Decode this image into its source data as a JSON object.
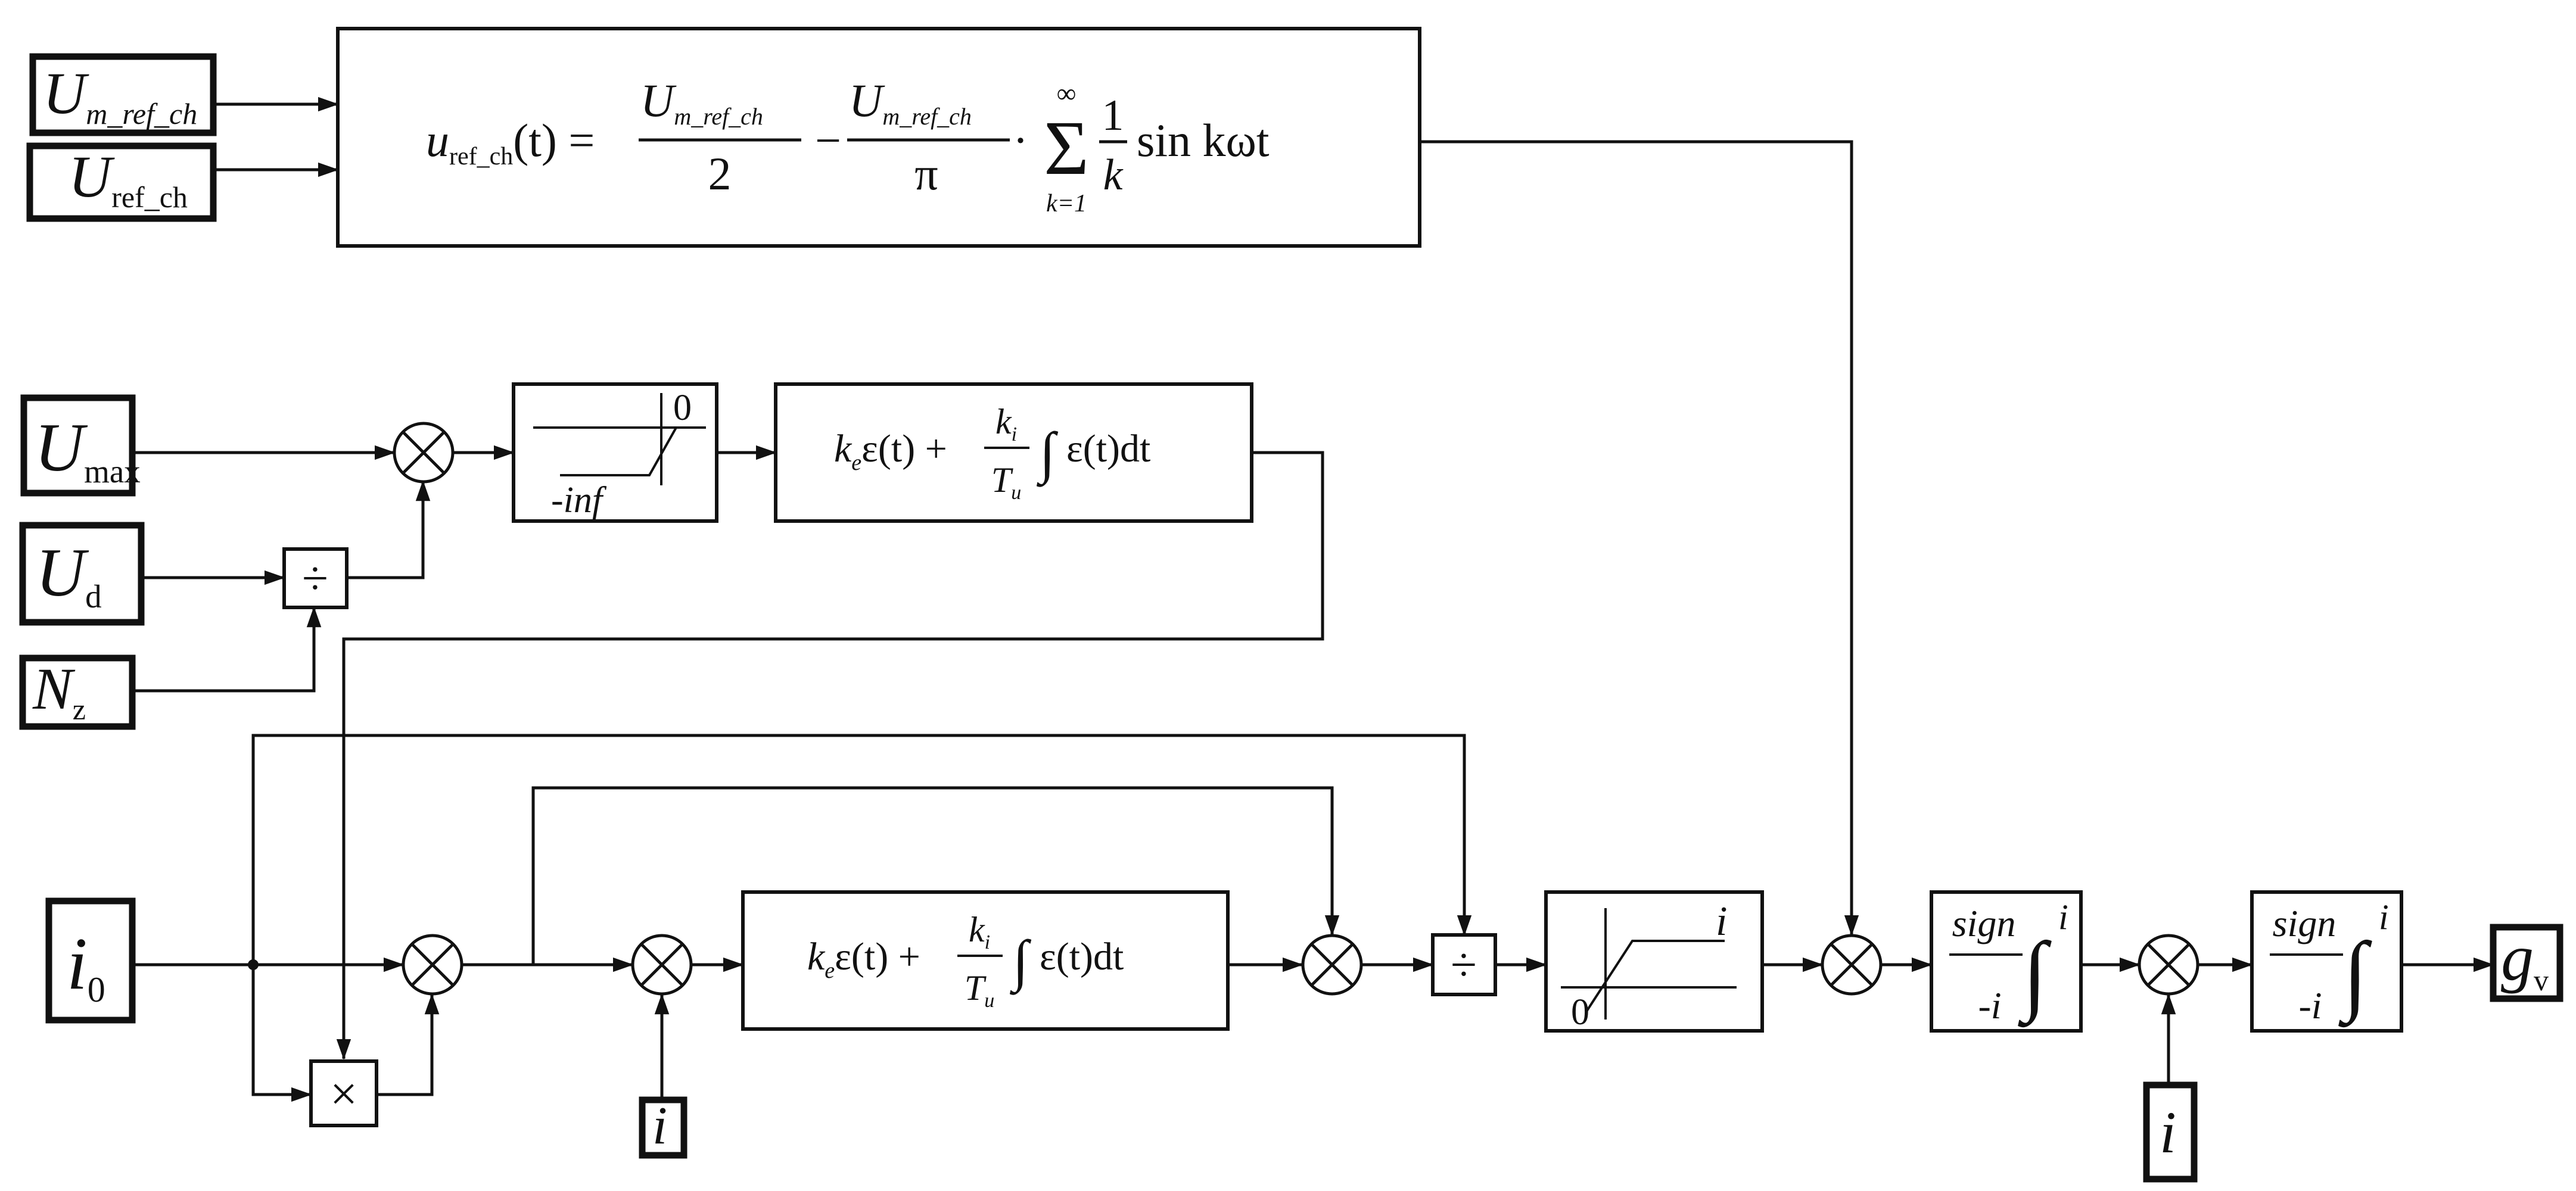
{
  "inputs": {
    "um_ref_ch": {
      "main": "U",
      "sub": "m_ref_ch"
    },
    "u_ref_ch": {
      "main": "U",
      "sub": "ref_ch"
    },
    "u_max": {
      "main": "U",
      "sub": "max"
    },
    "u_d": {
      "main": "U",
      "sub": "d"
    },
    "n_z": {
      "main": "N",
      "sub": "z"
    },
    "i0": {
      "main": "i",
      "sub": "0"
    },
    "i_lower": {
      "main": "i"
    },
    "i_right": {
      "main": "i"
    }
  },
  "output": {
    "main": "g",
    "sub": "v"
  },
  "formula": {
    "lhs_var": "u",
    "lhs_sub": "ref_ch",
    "lhs_arg": "(t) =",
    "frac1_num": "U",
    "frac1_num_sub": "m_ref_ch",
    "frac1_den": "2",
    "minus": "−",
    "frac2_num": "U",
    "frac2_num_sub": "m_ref_ch",
    "frac2_den": "π",
    "dot": "·",
    "sum_symbol": "Σ",
    "sum_upper": "∞",
    "sum_lower": "k=1",
    "frac3_num": "1",
    "frac3_den": "k",
    "tail": "sin kωt"
  },
  "pi_controller": {
    "ke": "k",
    "ke_sub": "e",
    "eps_t": "ε(t) +",
    "ki": "k",
    "ki_sub": "i",
    "tu": "T",
    "tu_sub": "u",
    "integral": "∫",
    "integrand": "ε(t)dt"
  },
  "limiter_upper": {
    "top_label": "0",
    "bottom_label": "-inf"
  },
  "limiter_lower": {
    "top_label": "i",
    "bottom_label": "0"
  },
  "sign_block": {
    "word": "sign",
    "upper": "i",
    "lower": "-i",
    "integral": "∫"
  },
  "ops": {
    "divide": "÷",
    "multiply": "×"
  }
}
